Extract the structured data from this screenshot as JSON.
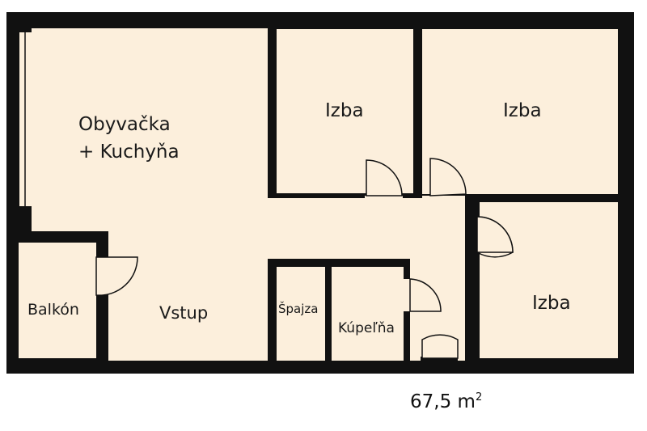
{
  "colors": {
    "wall": "#111111",
    "floor": "#fcefdc",
    "door": "#fcefdc"
  },
  "rooms": {
    "living_line1": "Obyvačka",
    "living_line2": "+ Kuchyňa",
    "bedroom_1": "Izba",
    "bedroom_2": "Izba",
    "bedroom_3": "Izba",
    "balcony": "Balkón",
    "entrance": "Vstup",
    "pantry": "Špajza",
    "bathroom": "Kúpeľňa"
  },
  "area": {
    "value": "67,5 m",
    "unit_exp": "2"
  }
}
